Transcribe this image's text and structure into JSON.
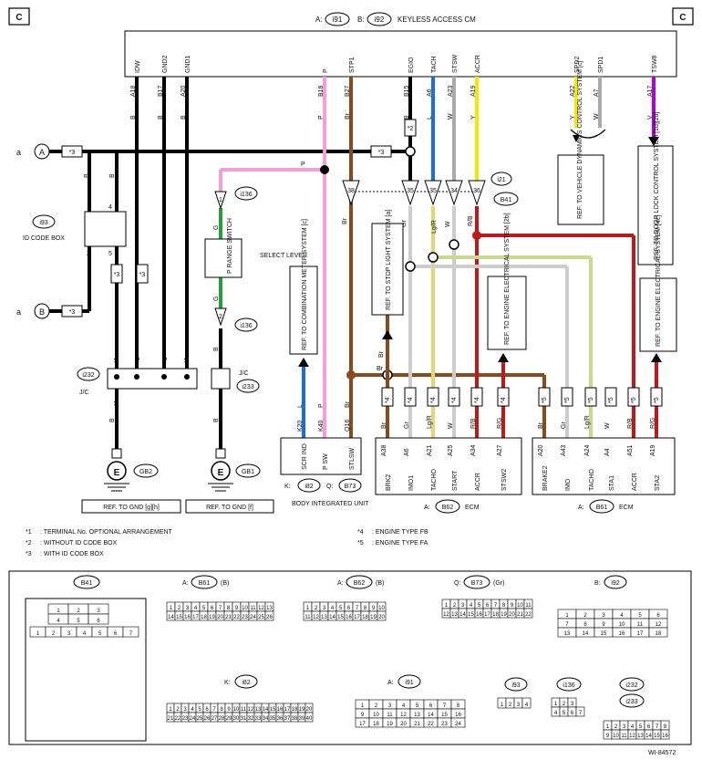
{
  "section_letter": "C",
  "title": {
    "prefix_a": "A:",
    "conn_a": "i91",
    "prefix_b": "B:",
    "conn_b": "i92",
    "name": "KEYLESS ACCESS CM"
  },
  "keyless_pins": [
    {
      "func": "IDW",
      "pin": "A18",
      "color": "B"
    },
    {
      "func": "GND2",
      "pin": "B17",
      "color": "B"
    },
    {
      "func": "GND1",
      "pin": "A20",
      "color": "B"
    },
    {
      "func": "P",
      "pin": "B18",
      "color": "P"
    },
    {
      "func": "STP1",
      "pin": "B27",
      "color": "Br"
    },
    {
      "func": "EGIO",
      "pin": "B15",
      "color": "B"
    },
    {
      "func": "TACH",
      "pin": "A6",
      "color": "L"
    },
    {
      "func": "STSW",
      "pin": "A23",
      "color": "W"
    },
    {
      "func": "ACCR",
      "pin": "A19",
      "color": "Y"
    },
    {
      "func": "SPD2",
      "pin": "A22",
      "color": "Y"
    },
    {
      "func": "SPD1",
      "pin": "A7",
      "color": "W"
    },
    {
      "func": "TSW8",
      "pin": "A17",
      "color": "V"
    }
  ],
  "wires": {
    "p_horizontal": "P",
    "lgr": "Lg/R",
    "w": "W",
    "rb": "R/B",
    "gr": "Gr",
    "br_vertical": "Br",
    "br_horizontal": "Br",
    "b_main": "B",
    "g_upper": "G",
    "g_lower": "G",
    "b_lower": "B",
    "b_gnd": "B"
  },
  "stars": {
    "s1": "*1",
    "s2": "*2",
    "s3": "*3",
    "s4": "*4",
    "s5": "*5"
  },
  "terminals": {
    "a_label": "a",
    "a_letter": "A",
    "b_label": "a",
    "b_letter": "B"
  },
  "id_code_box": {
    "conn": "i93",
    "name": "ID CODE BOX",
    "pin1": "1",
    "pin4": "4",
    "pin2": "2",
    "pin5": "5"
  },
  "select_lever": {
    "switch": "P RANGE SWITCH",
    "name": "SELECT LEVER",
    "conn": "i136",
    "pin1": "1",
    "pin2": "2"
  },
  "junction": {
    "conn_a": "i232",
    "name_a": "J/C",
    "conn_b": "i233",
    "name_b": "J/C"
  },
  "grounds": {
    "g1": "GB2",
    "g2": "GB1",
    "ref1": "REF. TO GND  [g][h]",
    "ref2": "REF. TO GND  [f]",
    "e": "E"
  },
  "connectors_mid": {
    "c38": "38",
    "c35": "35",
    "c34": "34",
    "c36": "36",
    "i21": "i21",
    "b41": "B41"
  },
  "refs": {
    "comb_meter": "REF. TO COMBINATION METER SYSTEM  [c]",
    "stop_light": "REF. TO STOP LIGHT SYSTEM  [a]",
    "engine_2b": "REF. TO ENGINE ELECTRICAL SYSTEM  [2b]",
    "vdc": "REF. TO VEHICLE DYNAMICS CONTROL SYSTEM  [c]",
    "door_lock": "REF. TO DOOR LOCK CONTROL SYSTEM  [1d][2d]",
    "engine_4c": "REF. TO ENGINE ELECTRICAL SYSTEM  [4c]"
  },
  "body_unit": {
    "prefix_k": "K:",
    "conn_k": "i82",
    "prefix_q": "Q:",
    "conn_q": "B73",
    "name": "BODY INTEGRATED UNIT",
    "pins": [
      {
        "pin": "K20",
        "color": "L",
        "func": "SCR IND"
      },
      {
        "pin": "K40",
        "color": "P",
        "func": "P SW"
      },
      {
        "pin": "Q16",
        "color": "Br",
        "func": "STLSW"
      }
    ]
  },
  "ecm_a": {
    "prefix": "A:",
    "conn": "B62",
    "name": "ECM",
    "pins": [
      {
        "pin": "A38",
        "color": "Br",
        "func": "BRK2",
        "star": "*4"
      },
      {
        "pin": "A6",
        "color": "Gr",
        "func": "IMO1",
        "star": "*4"
      },
      {
        "pin": "A21",
        "color": "Lg/R",
        "func": "TACHO",
        "star": "*4"
      },
      {
        "pin": "A25",
        "color": "W",
        "func": "START",
        "star": "*4"
      },
      {
        "pin": "A34",
        "color": "R/B",
        "func": "ACCR",
        "star": "*4"
      },
      {
        "pin": "A27",
        "color": "R/G",
        "func": "STSW2",
        "star": "*4"
      }
    ]
  },
  "ecm_b": {
    "prefix": "A:",
    "conn": "B61",
    "name": "ECM",
    "pins": [
      {
        "pin": "A20",
        "color": "Br",
        "func": "BRAKE2",
        "star": "*5"
      },
      {
        "pin": "A43",
        "color": "Gr",
        "func": "IMO",
        "star": "*5"
      },
      {
        "pin": "A24",
        "color": "Lg/R",
        "func": "TACHO",
        "star": "*5"
      },
      {
        "pin": "A4",
        "color": "W",
        "func": "STA1",
        "star": "*5"
      },
      {
        "pin": "A51",
        "color": "R/B",
        "func": "ACCR",
        "star": "*5"
      },
      {
        "pin": "A19",
        "color": "R/G",
        "func": "STA2",
        "star": "*5"
      }
    ]
  },
  "notes": [
    {
      "mark": "*1",
      "text": ": TERMINAL No. OPTIONAL ARRANGEMENT"
    },
    {
      "mark": "*2",
      "text": ": WITHOUT ID CODE BOX"
    },
    {
      "mark": "*3",
      "text": ": WITH ID CODE BOX"
    },
    {
      "mark": "*4",
      "text": ": ENGINE TYPE FB"
    },
    {
      "mark": "*5",
      "text": ": ENGINE TYPE FA"
    }
  ],
  "connectors": {
    "b41": {
      "title": "B41"
    },
    "b61": {
      "prefix": "A:",
      "title": "B61",
      "suffix": "(B)"
    },
    "b62": {
      "prefix": "A:",
      "title": "B62",
      "suffix": "(B)"
    },
    "b73": {
      "prefix": "Q:",
      "title": "B73",
      "suffix": "(Gr)"
    },
    "i92": {
      "prefix": "B:",
      "title": "i92"
    },
    "i82": {
      "prefix": "K:",
      "title": "i82"
    },
    "i91": {
      "prefix": "A:",
      "title": "i91"
    },
    "i93": {
      "title": "i93"
    },
    "i136": {
      "title": "i136"
    },
    "i232": {
      "title": "i232"
    },
    "i233": {
      "title": "i233"
    }
  },
  "figure_id": "WI-84572",
  "colors": {
    "black": "#000000",
    "pink": "#f4a0d8",
    "brown": "#8a4a1c",
    "blue": "#1a6fd9",
    "yellow": "#f2e800",
    "purple": "#b000e0",
    "green": "#1fa33a",
    "red": "#d01010",
    "gray": "#aaaaaa"
  }
}
